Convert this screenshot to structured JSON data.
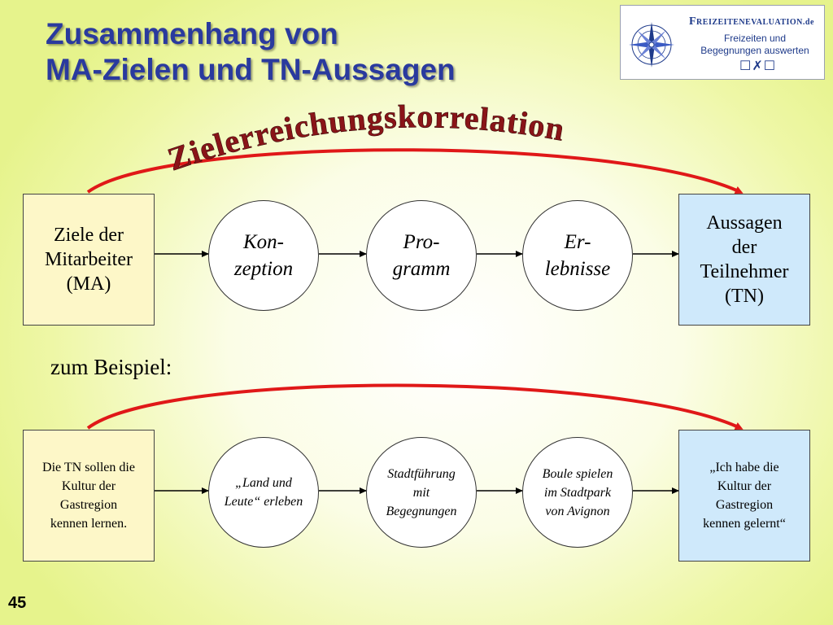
{
  "title": {
    "line1": "Zusammenhang von",
    "line2": "MA-Zielen und TN-Aussagen"
  },
  "logo": {
    "brand": "Freizeitenevaluation",
    "brand_suffix": ".de",
    "line1": "Freizeiten und",
    "line2": "Begegnungen auswerten",
    "marks": "☐✗☐"
  },
  "arc_label": "Zielerreichungskorrelation",
  "top_row": {
    "start": "Ziele der\nMitarbeiter\n(MA)",
    "steps": [
      "Kon-\nzeption",
      "Pro-\ngramm",
      "Er-\nlebnisse"
    ],
    "end": "Aussagen\nder\nTeilnehmer\n(TN)"
  },
  "example_label": "zum Beispiel:",
  "bottom_row": {
    "start": "Die TN sollen die\nKultur der\nGastregion\nkennen lernen.",
    "steps": [
      "„Land und\nLeute“ erleben",
      "Stadtführung\nmit\nBegegnungen",
      "Boule spielen\nim Stadtpark\nvon Avignon"
    ],
    "end": "„Ich habe die\nKultur der\nGastregion\nkennen gelernt“"
  },
  "page_number": "45",
  "colors": {
    "title": "#2a3a9e",
    "arc": "#e01818",
    "start_box": "#fdf7c8",
    "end_box": "#cfe9fb",
    "arc_text": "#8a1418"
  }
}
